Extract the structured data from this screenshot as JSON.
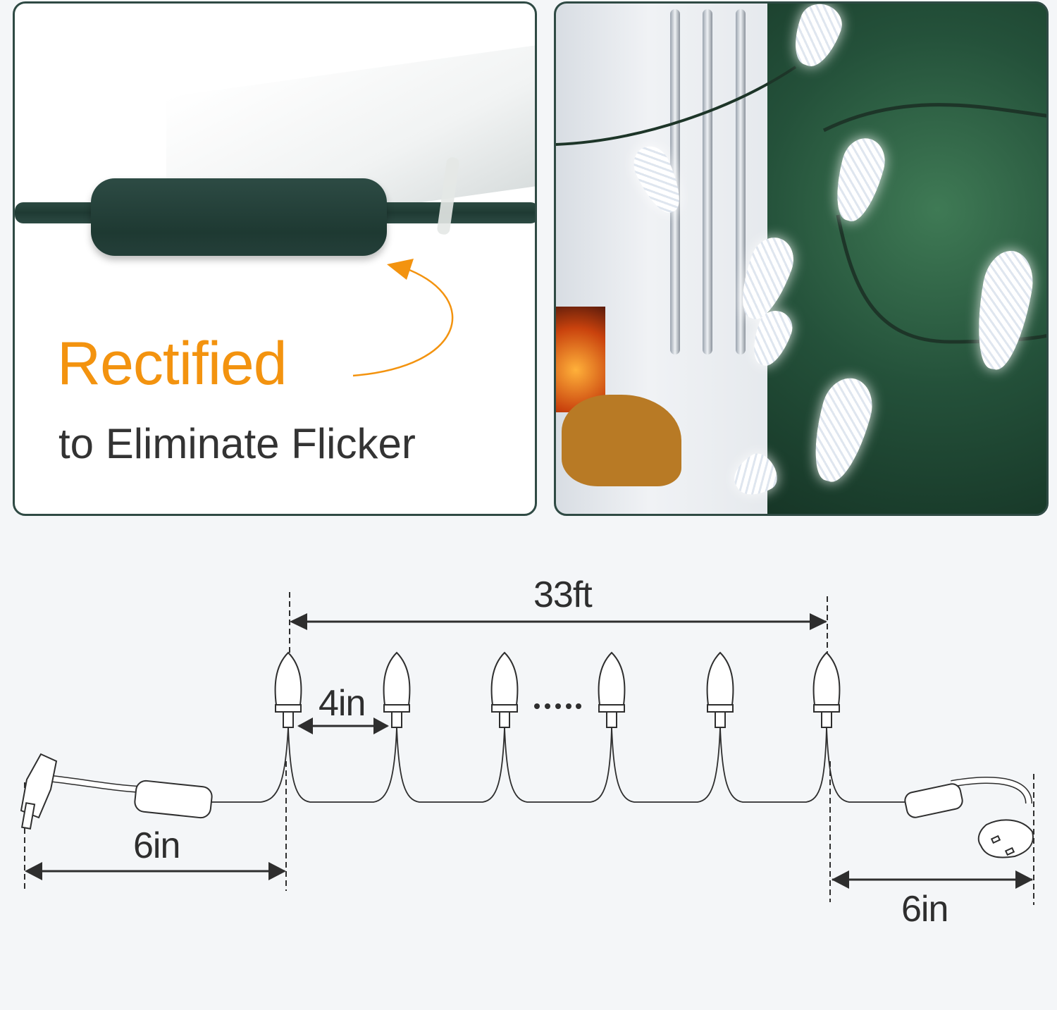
{
  "left_panel": {
    "headline": "Rectified",
    "subheadline": "to Eliminate Flicker",
    "accent_color": "#f3930f",
    "border_color": "#2f4a44"
  },
  "right_panel": {
    "description": "C9 white LED strawberry lights on Christmas tree"
  },
  "diagram": {
    "total_length": "33ft",
    "bulb_spacing": "4in",
    "lead_in_length": "6in",
    "end_length": "6in",
    "ellipsis": "....",
    "bulb_count_shown": 6
  }
}
